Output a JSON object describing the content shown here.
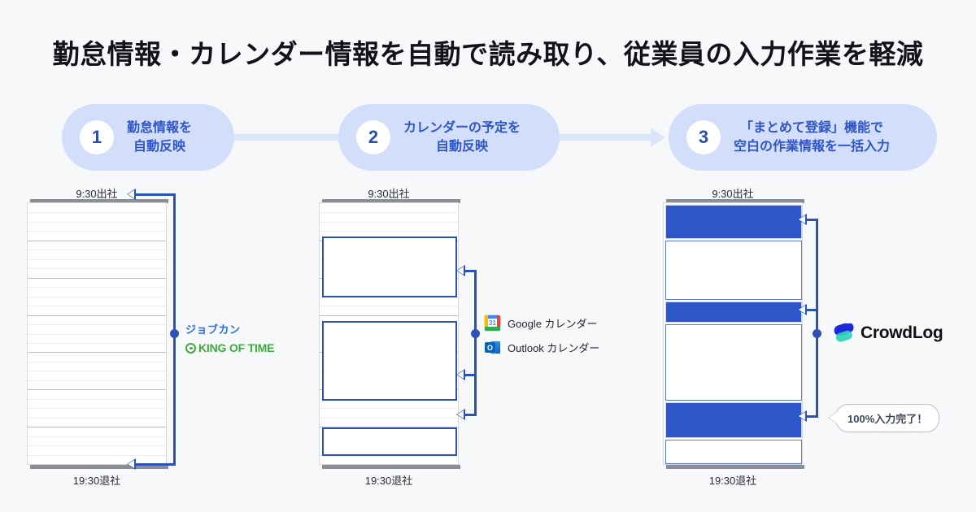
{
  "page": {
    "title": "勤怠情報・カレンダー情報を自動で読み取り、従業員の入力作業を軽減",
    "background_color": "#f7f8fa",
    "accent_color": "#2f56c9",
    "pill_bg_color": "#d3defa"
  },
  "steps": [
    {
      "number": "1",
      "line1": "勤怠情報を",
      "line2": "自動反映"
    },
    {
      "number": "2",
      "line1": "カレンダーの予定を",
      "line2": "自動反映"
    },
    {
      "number": "3",
      "line1": "「まとめて登録」機能で",
      "line2": "空白の作業情報を一括入力"
    }
  ],
  "panels": [
    {
      "id": "timesheet-blank",
      "top_label": "9:30出社",
      "bottom_label": "19:30退社",
      "description": "空の勤務表",
      "rows": 28,
      "major_every": 4
    },
    {
      "id": "timesheet-calendar",
      "top_label": "9:30出社",
      "bottom_label": "19:30退社",
      "description": "カレンダー予定が反映された勤務表",
      "events": 3
    },
    {
      "id": "timesheet-filled",
      "top_label": "9:30出社",
      "bottom_label": "19:30退社",
      "description": "まとめて登録で一括入力された勤務表",
      "blocks": 6
    }
  ],
  "integrations": {
    "timecard": {
      "jobcan_label": "ジョブカン",
      "kingoftime_label": "KING OF TIME",
      "jobcan_color": "#2f6fe0",
      "kingoftime_color": "#3cab3c"
    },
    "calendar": [
      {
        "name": "Google カレンダー",
        "icon": "google-calendar-icon",
        "badge": "31"
      },
      {
        "name": "Outlook カレンダー",
        "icon": "outlook-calendar-icon",
        "badge": "O"
      }
    ],
    "product": {
      "name": "CrowdLog",
      "mark_color_dark": "#1b2ad8",
      "mark_color_teal": "#2ed3b7"
    }
  },
  "callout": {
    "text": "100%入力完了！"
  }
}
